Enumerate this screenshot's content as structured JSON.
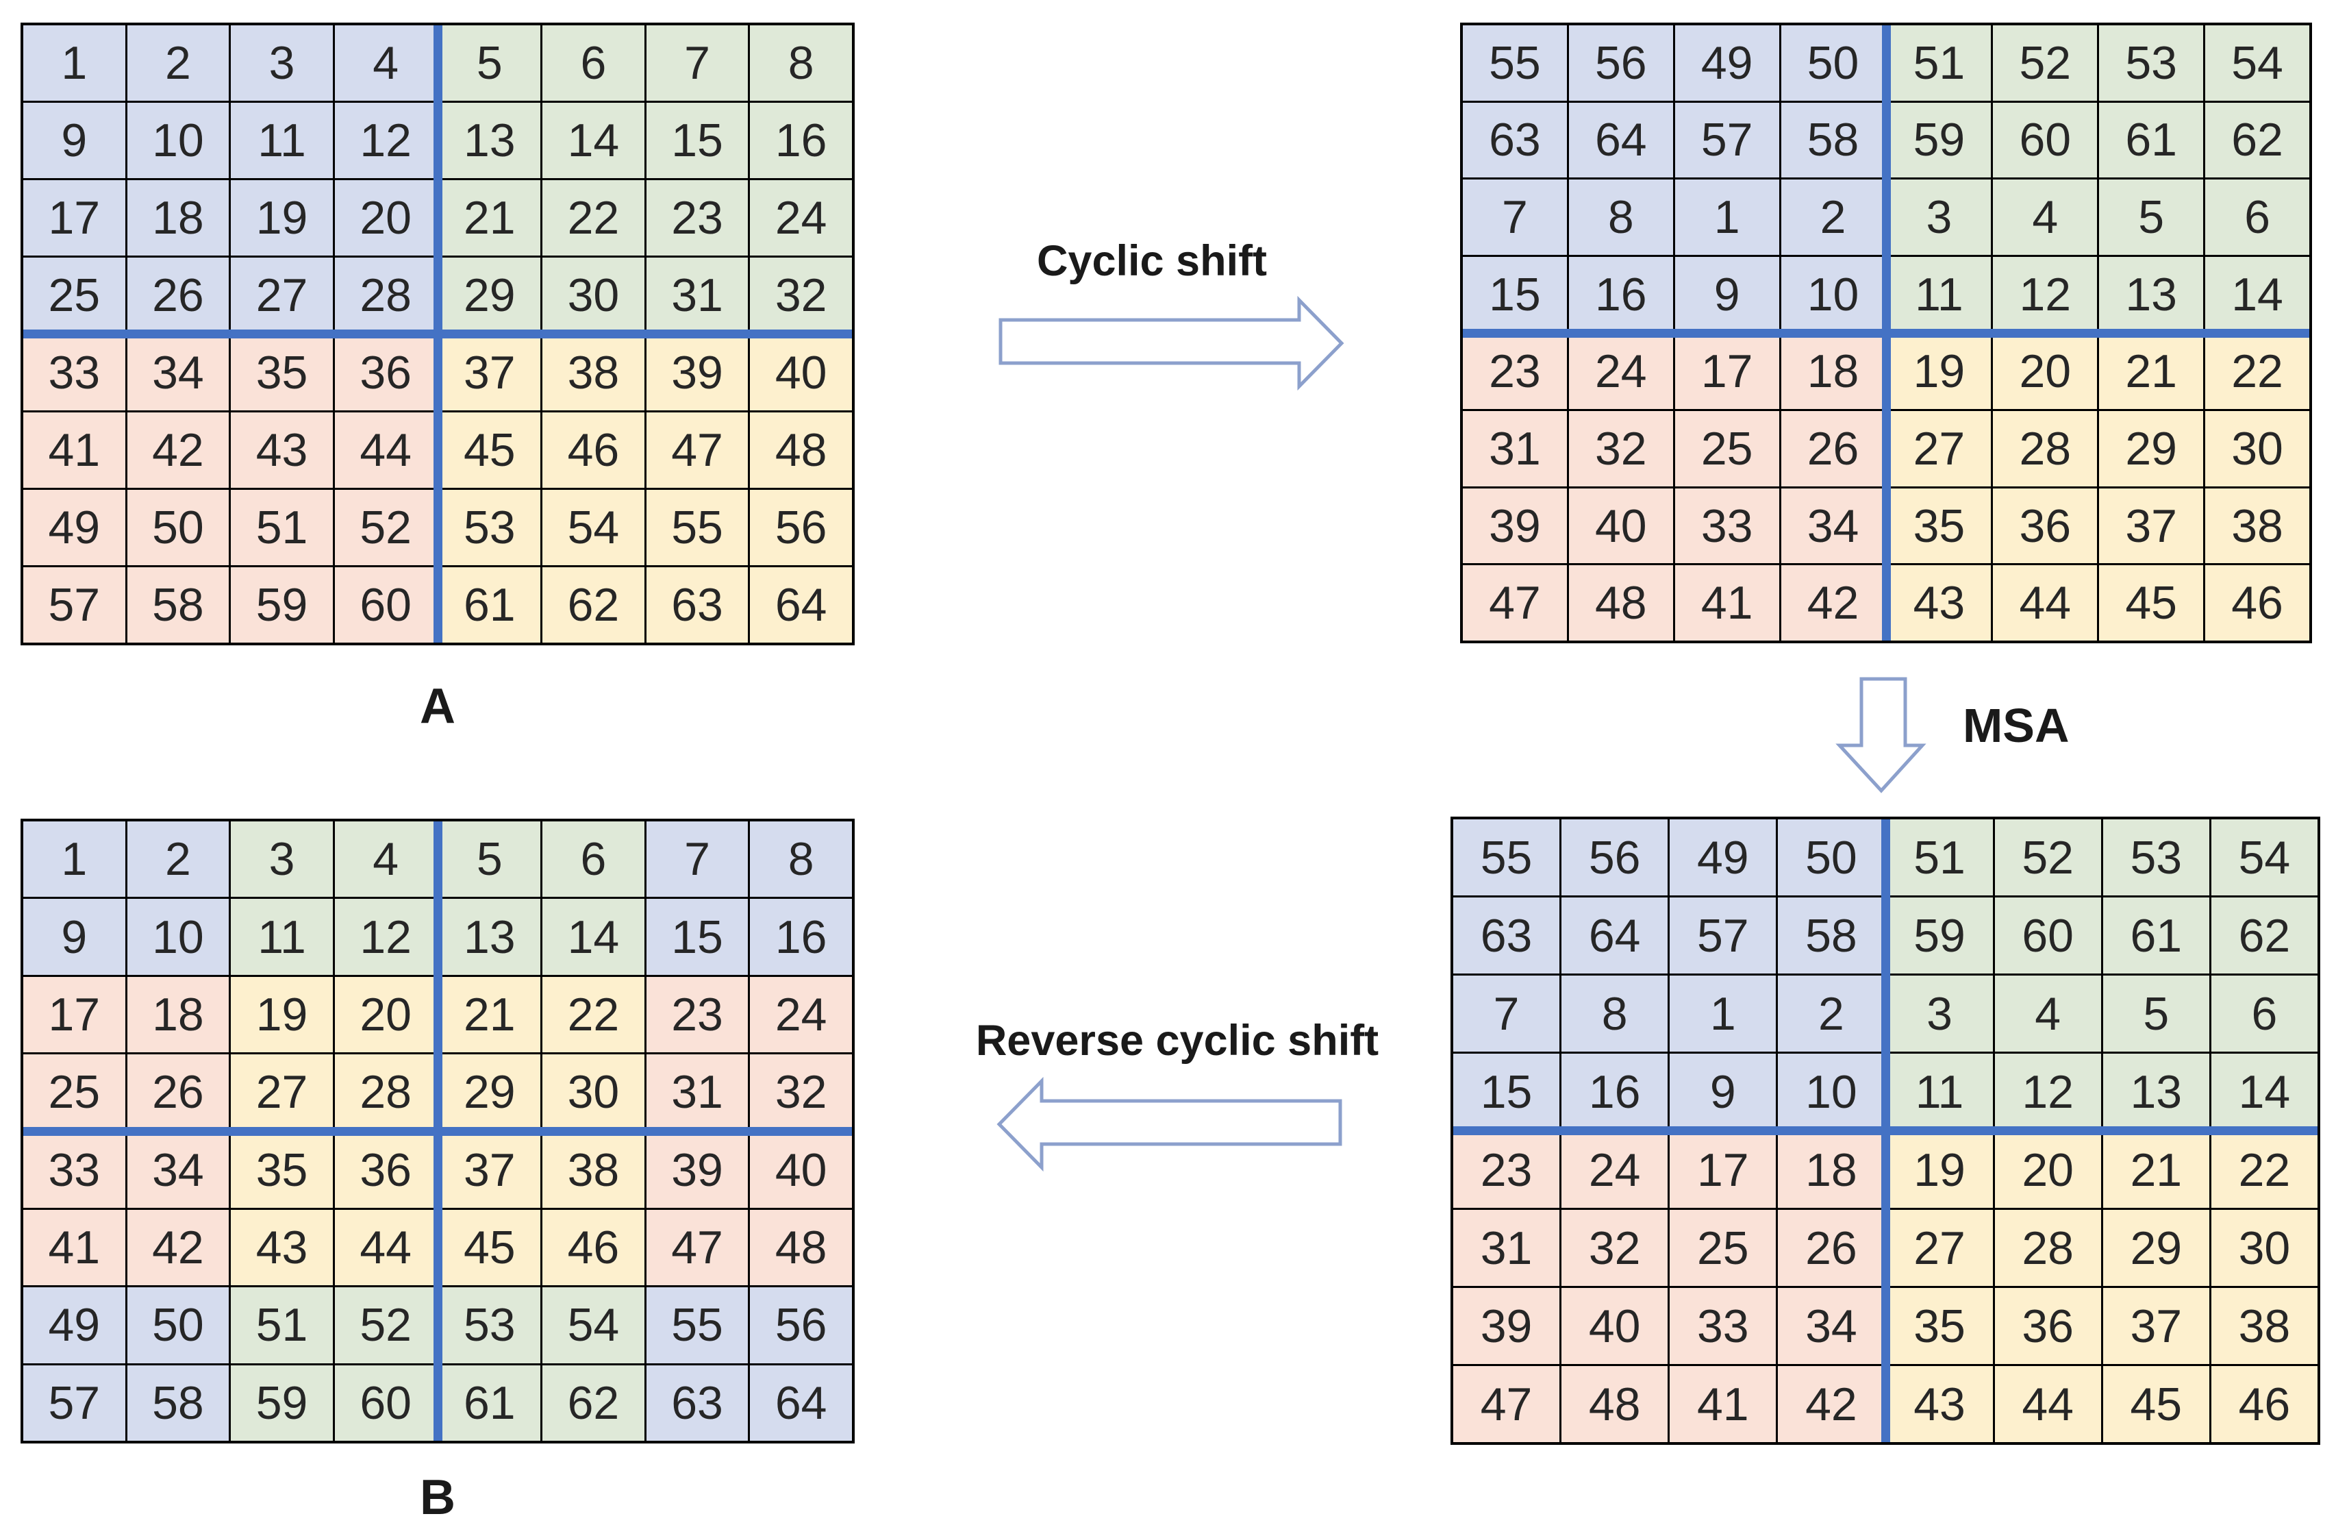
{
  "palette": {
    "blue": "#D5DCEE",
    "green": "#DFE9D8",
    "pink": "#FAE2D8",
    "yellow": "#FDF0CE",
    "divider_blue": "#4472C4",
    "grid_border": "#000000",
    "arrow_outline": "#8CA0CC",
    "arrow_fill": "#FFFFFF",
    "text": "#1A1A1A"
  },
  "color_key": {
    "B": "blue",
    "G": "green",
    "P": "pink",
    "Y": "yellow"
  },
  "labels": {
    "grid_a": "A",
    "grid_b": "B"
  },
  "captions": {
    "cyclic_shift": "Cyclic shift",
    "msa": "MSA",
    "reverse_cyclic_shift": "Reverse cyclic shift"
  },
  "grids": {
    "a": {
      "rows": [
        [
          1,
          2,
          3,
          4,
          5,
          6,
          7,
          8
        ],
        [
          9,
          10,
          11,
          12,
          13,
          14,
          15,
          16
        ],
        [
          17,
          18,
          19,
          20,
          21,
          22,
          23,
          24
        ],
        [
          25,
          26,
          27,
          28,
          29,
          30,
          31,
          32
        ],
        [
          33,
          34,
          35,
          36,
          37,
          38,
          39,
          40
        ],
        [
          41,
          42,
          43,
          44,
          45,
          46,
          47,
          48
        ],
        [
          49,
          50,
          51,
          52,
          53,
          54,
          55,
          56
        ],
        [
          57,
          58,
          59,
          60,
          61,
          62,
          63,
          64
        ]
      ],
      "color_rows": [
        "BBBBGGGG",
        "BBBBGGGG",
        "BBBBGGGG",
        "BBBBGGGG",
        "PPPPYYYY",
        "PPPPYYYY",
        "PPPPYYYY",
        "PPPPYYYY"
      ]
    },
    "shifted_top": {
      "rows": [
        [
          55,
          56,
          49,
          50,
          51,
          52,
          53,
          54
        ],
        [
          63,
          64,
          57,
          58,
          59,
          60,
          61,
          62
        ],
        [
          7,
          8,
          1,
          2,
          3,
          4,
          5,
          6
        ],
        [
          15,
          16,
          9,
          10,
          11,
          12,
          13,
          14
        ],
        [
          23,
          24,
          17,
          18,
          19,
          20,
          21,
          22
        ],
        [
          31,
          32,
          25,
          26,
          27,
          28,
          29,
          30
        ],
        [
          39,
          40,
          33,
          34,
          35,
          36,
          37,
          38
        ],
        [
          47,
          48,
          41,
          42,
          43,
          44,
          45,
          46
        ]
      ],
      "color_rows": [
        "BBBBGGGG",
        "BBBBGGGG",
        "BBBBGGGG",
        "BBBBGGGG",
        "PPPPYYYY",
        "PPPPYYYY",
        "PPPPYYYY",
        "PPPPYYYY"
      ]
    },
    "shifted_bottom": {
      "rows": [
        [
          55,
          56,
          49,
          50,
          51,
          52,
          53,
          54
        ],
        [
          63,
          64,
          57,
          58,
          59,
          60,
          61,
          62
        ],
        [
          7,
          8,
          1,
          2,
          3,
          4,
          5,
          6
        ],
        [
          15,
          16,
          9,
          10,
          11,
          12,
          13,
          14
        ],
        [
          23,
          24,
          17,
          18,
          19,
          20,
          21,
          22
        ],
        [
          31,
          32,
          25,
          26,
          27,
          28,
          29,
          30
        ],
        [
          39,
          40,
          33,
          34,
          35,
          36,
          37,
          38
        ],
        [
          47,
          48,
          41,
          42,
          43,
          44,
          45,
          46
        ]
      ],
      "color_rows": [
        "BBBBGGGG",
        "BBBBGGGG",
        "BBBBGGGG",
        "BBBBGGGG",
        "PPPPYYYY",
        "PPPPYYYY",
        "PPPPYYYY",
        "PPPPYYYY"
      ]
    },
    "b": {
      "rows": [
        [
          1,
          2,
          3,
          4,
          5,
          6,
          7,
          8
        ],
        [
          9,
          10,
          11,
          12,
          13,
          14,
          15,
          16
        ],
        [
          17,
          18,
          19,
          20,
          21,
          22,
          23,
          24
        ],
        [
          25,
          26,
          27,
          28,
          29,
          30,
          31,
          32
        ],
        [
          33,
          34,
          35,
          36,
          37,
          38,
          39,
          40
        ],
        [
          41,
          42,
          43,
          44,
          45,
          46,
          47,
          48
        ],
        [
          49,
          50,
          51,
          52,
          53,
          54,
          55,
          56
        ],
        [
          57,
          58,
          59,
          60,
          61,
          62,
          63,
          64
        ]
      ],
      "color_rows": [
        "BBGGGGBB",
        "BBGGGGBB",
        "PPYYYYPP",
        "PPYYYYPP",
        "PPYYYYPP",
        "PPYYYYPP",
        "BBGGGGBB",
        "BBGGGGBB"
      ]
    }
  }
}
